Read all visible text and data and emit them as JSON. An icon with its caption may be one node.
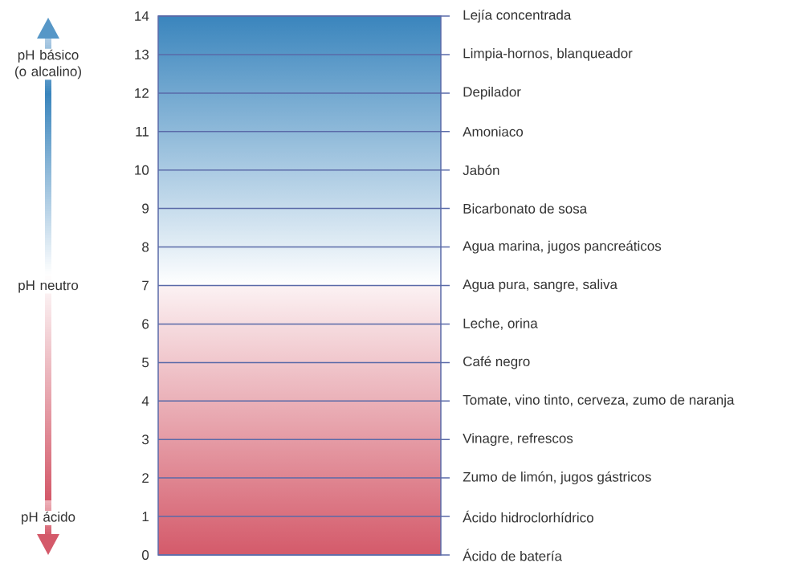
{
  "diagram": {
    "labels": [
      "pH básico (o alcalino)",
      "pH neutro",
      "pH ácido",
      "14",
      "Lejía concentrada",
      "13",
      "Limpia-hornos, blanqueador",
      "12",
      "Depilador",
      "11",
      "Amoniaco",
      "10",
      "Jabón",
      "9",
      "Bicarbonato de sosa",
      "8",
      "Agua marina, jugos pancreáticos",
      "7",
      "Agua pura, sangre, saliva",
      "6",
      "Leche, orina",
      "5",
      "Café negro",
      "4",
      "Tomate, vino tinto, cerveza, zumo de naranja",
      "3",
      "Vinagre, refrescos",
      "2",
      "Zumo de limón, jugos gástricos",
      "1",
      "Ácido hidroclorhídrico",
      "0",
      "Ácido de batería"
    ]
  }
}
